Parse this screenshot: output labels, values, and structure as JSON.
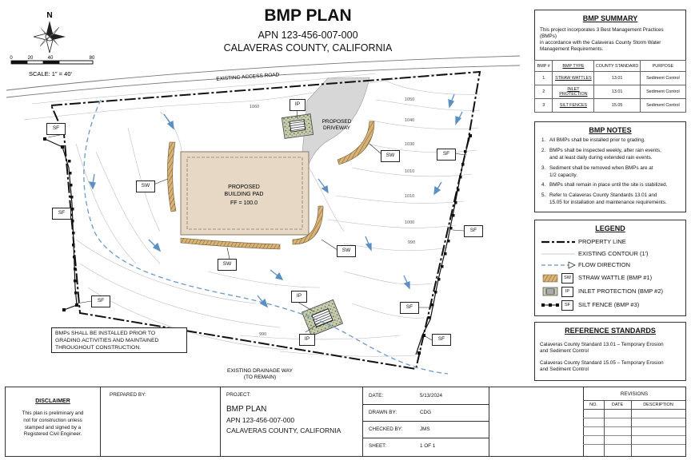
{
  "header": {
    "title": "BMP PLAN",
    "apn": "APN 123-456-007-000",
    "county": "CALAVERAS COUNTY, CALIFORNIA"
  },
  "north": "N",
  "scale": {
    "ticks": [
      "0",
      "20",
      "40",
      "80"
    ],
    "label": "SCALE: 1\" = 40'"
  },
  "map": {
    "access_road": "EXISTING ACCESS ROAD",
    "drainage_way": "EXISTING DRAINAGE WAY",
    "drainage_note": "(TO REMAIN)",
    "driveway": [
      "PROPOSED",
      "DRIVEWAY"
    ],
    "building_pad": [
      "PROPOSED",
      "BUILDING PAD",
      "FF = 100.0"
    ],
    "contour_labels": [
      "1060",
      "1050",
      "1040",
      "1030",
      "1010",
      "1010",
      "1000",
      "990",
      "990"
    ],
    "tags": {
      "sf": "SF",
      "sw": "SW",
      "ip": "IP"
    },
    "install_note": [
      "BMPs SHALL BE INSTALLED PRIOR TO",
      "GRADING ACTIVITIES AND MAINTAINED",
      "THROUGHOUT CONSTRUCTION."
    ]
  },
  "summary": {
    "title": "BMP SUMMARY",
    "intro": [
      "This project incorporates 3 Best Management Practices (BMPs)",
      "in accordance with the Calaveras County Storm Water",
      "Management Requirements."
    ],
    "headers": [
      "BMP #",
      "BMP TYPE",
      "COUNTY STANDARD",
      "PURPOSE"
    ],
    "rows": [
      {
        "num": "1",
        "type": "STRAW WATTLES",
        "standard": "13.01",
        "purpose": "Sediment Control"
      },
      {
        "num": "2",
        "type": "INLET PROTECTION",
        "standard": "13.01",
        "purpose": "Sediment Control"
      },
      {
        "num": "3",
        "type": "SILT FENCES",
        "standard": "15.05",
        "purpose": "Sediment Control"
      }
    ]
  },
  "notes": {
    "title": "BMP NOTES",
    "items": [
      {
        "num": "1.",
        "lines": [
          "All BMPs shall be installed prior to grading."
        ]
      },
      {
        "num": "2.",
        "lines": [
          "BMPs shall be inspected weekly, after rain events,",
          "and at least daily during extended rain events."
        ]
      },
      {
        "num": "3.",
        "lines": [
          "Sediment shall be removed when BMPs are at",
          "1/2 capacity."
        ]
      },
      {
        "num": "4.",
        "lines": [
          "BMPs shall remain in place until the site is stabilized."
        ]
      },
      {
        "num": "5.",
        "lines": [
          "Refer to Calaveras County Standards 13.01 and",
          "15.05 for installation and maintenance requirements."
        ]
      }
    ]
  },
  "legend": {
    "title": "LEGEND",
    "property_line": "PROPERTY LINE",
    "contour": "EXISTING CONTOUR (1')",
    "flow": "FLOW DIRECTION",
    "wattle": "STRAW WATTLE (BMP #1)",
    "inlet": "INLET PROTECTION (BMP #2)",
    "silt": "SILT FENCE (BMP #3)"
  },
  "reference": {
    "title": "REFERENCE STANDARDS",
    "items": [
      [
        "Calaveras County Standard 13.01 – Temporary Erosion",
        "and Sediment Control"
      ],
      [
        "Calaveras County Standard 15.05 – Temporary Erosion",
        "and Sediment Control"
      ]
    ]
  },
  "titleblock": {
    "disclaimer_title": "DISCLAIMER",
    "disclaimer": [
      "This plan is preliminary and",
      "not for construction unless",
      "stamped and signed by a",
      "Registered Civil Engineer."
    ],
    "prepared_by_label": "PREPARED BY:",
    "project_label": "PROJECT:",
    "project": [
      "BMP PLAN",
      "APN 123-456-007-000",
      "CALAVERAS COUNTY, CALIFORNIA"
    ],
    "date_label": "DATE:",
    "date": "5/13/2024",
    "drawn_label": "DRAWN BY:",
    "drawn": "CDG",
    "checked_label": "CHECKED BY:",
    "checked": "JMS",
    "sheet_label": "SHEET:",
    "sheet": "1 OF 1",
    "revisions_title": "REVISIONS",
    "rev_headers": [
      "NO.",
      "DATE",
      "DESCRIPTION"
    ]
  }
}
